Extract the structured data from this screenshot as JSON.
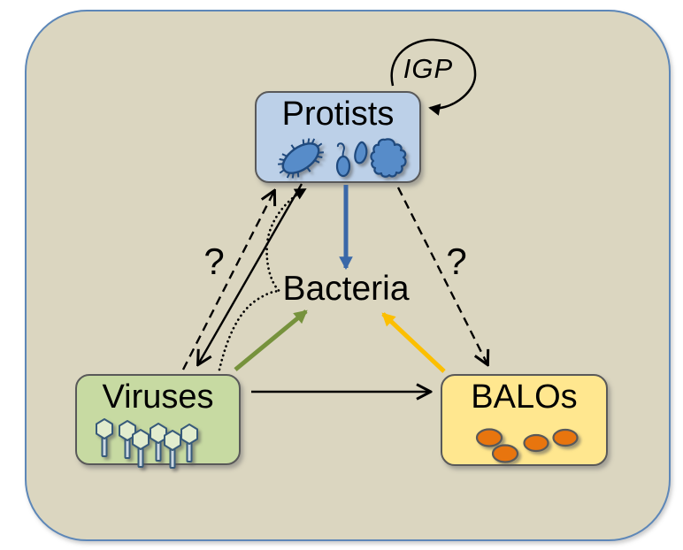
{
  "figure": {
    "nodes": {
      "protists": {
        "label": "Protists"
      },
      "bacteria": {
        "label": "Bacteria"
      },
      "viruses": {
        "label": "Viruses"
      },
      "balos": {
        "label": "BALOs"
      }
    },
    "igp_loop_label": "IGP",
    "uncertainty_marks": {
      "left": "?",
      "right": "?"
    },
    "interactions": [
      {
        "from": "Protists",
        "to": "Protists",
        "style": "solid-loop",
        "label": "IGP",
        "color": "#000000"
      },
      {
        "from": "Protists",
        "to": "Bacteria",
        "style": "solid-thick",
        "color": "#3a68a8"
      },
      {
        "from": "Viruses",
        "to": "Bacteria",
        "style": "solid-thick",
        "color": "#76923c"
      },
      {
        "from": "BALOs",
        "to": "Bacteria",
        "style": "solid-thick",
        "color": "#fcbf00"
      },
      {
        "from": "Viruses",
        "to": "BALOs",
        "style": "solid-thin",
        "color": "#000000"
      },
      {
        "from": "Protists",
        "to": "Viruses",
        "style": "solid-thin",
        "color": "#000000"
      },
      {
        "from": "Viruses",
        "to": "Protists",
        "style": "dashed",
        "label": "?",
        "color": "#000000"
      },
      {
        "from": "Protists",
        "to": "BALOs",
        "style": "dashed",
        "label": "?",
        "color": "#000000"
      },
      {
        "from": "Viruses",
        "to": "Protists",
        "style": "dotted-curved",
        "color": "#000000"
      }
    ],
    "colors": {
      "canvas_fill": "#dbd6c0",
      "canvas_border": "#5d87b8",
      "box_border": "#595959",
      "protists_box_fill": "#bcd0e8",
      "protist_icon_fill": "#578cc9",
      "protist_icon_stroke": "#1f497d",
      "viruses_box_fill": "#c7daa2",
      "phage_fill": "#e2ecce",
      "phage_tail_fill": "#cdd9e2",
      "phage_stroke": "#375a7a",
      "balos_box_fill": "#ffe78f",
      "balo_fill": "#e8750e",
      "balo_stroke": "#595959",
      "grazing_arrow_blue": "#3a68a8",
      "lysis_arrow_green": "#76923c",
      "balo_arrow_yellow": "#fcbf00",
      "line_black": "#000000"
    }
  }
}
